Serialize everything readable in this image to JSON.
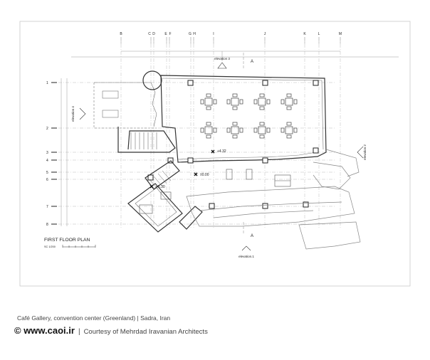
{
  "plan": {
    "title": "FIRST FLOOR PLAN",
    "scale": "SC 1/200",
    "axes_top": [
      "B",
      "C",
      "D",
      "E",
      "F",
      "G",
      "H",
      "I",
      "J",
      "K",
      "L",
      "M"
    ],
    "axes_left": [
      "1",
      "2",
      "3",
      "4",
      "5",
      "6",
      "7",
      "8"
    ],
    "elevations": {
      "e1": "elevation.1",
      "e2": "elevation 2",
      "e3": "elevation 3",
      "e4": "elevation 4"
    },
    "section_mark": "A",
    "levels": {
      "upper": "+4.32",
      "ground": "±0.00",
      "stair": "+5.30"
    }
  },
  "caption": {
    "project": "Café Gallery, convention center (Greenland)  |  Sadra, Iran",
    "brand": "© www.caoi.ir",
    "separator": "|",
    "courtesy": "Courtesy of Mehrdad Iravanian Architects"
  }
}
